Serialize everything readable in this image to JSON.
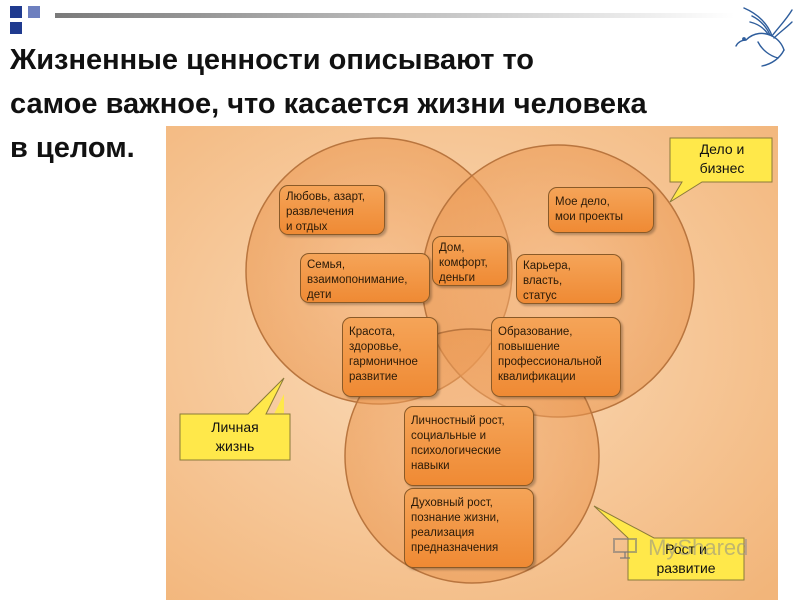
{
  "slide": {
    "title_lines": [
      "Жизненные ценности описывают то",
      "самое важное, что касается жизни человека",
      "в целом."
    ]
  },
  "diagram": {
    "areas": [
      {
        "key": "personal",
        "label_lines": [
          "Личная",
          "жизнь"
        ]
      },
      {
        "key": "business",
        "label_lines": [
          "Дело и",
          "бизнес"
        ]
      },
      {
        "key": "growth",
        "label_lines": [
          "Рост и",
          "развитие"
        ]
      }
    ],
    "values": [
      {
        "lines": [
          "Любовь, азарт,",
          "развлечения",
          "и отдых"
        ]
      },
      {
        "lines": [
          "Семья,",
          "взаимопонимание,",
          "дети"
        ]
      },
      {
        "lines": [
          "Дом,",
          "комфорт,",
          "деньги"
        ]
      },
      {
        "lines": [
          "Мое дело,",
          "мои проекты"
        ]
      },
      {
        "lines": [
          "Карьера,",
          "власть,",
          "статус"
        ]
      },
      {
        "lines": [
          "Красота,",
          "здоровье,",
          "гармоничное",
          "развитие"
        ]
      },
      {
        "lines": [
          "Образование,",
          "повышение",
          "профессиональной",
          "квалификации"
        ]
      },
      {
        "lines": [
          "Личностный рост,",
          "социальные и",
          "психологические",
          "навыки"
        ]
      },
      {
        "lines": [
          "Духовный рост,",
          "познание жизни,",
          "реализация",
          "предназначения"
        ]
      }
    ]
  },
  "watermark": {
    "text": "MyShared"
  },
  "colors": {
    "circle_fill": "#f3a866",
    "circle_edge": "#c98a55",
    "box_fill": "#f09040",
    "box_border": "#8a5a28",
    "callout_fill": "#ffe84a",
    "background_panel": "#f7c89a",
    "accent_blue": "#1f3a8f"
  },
  "icons": {
    "logo": "dove-icon",
    "watermark": "presentation-icon"
  }
}
